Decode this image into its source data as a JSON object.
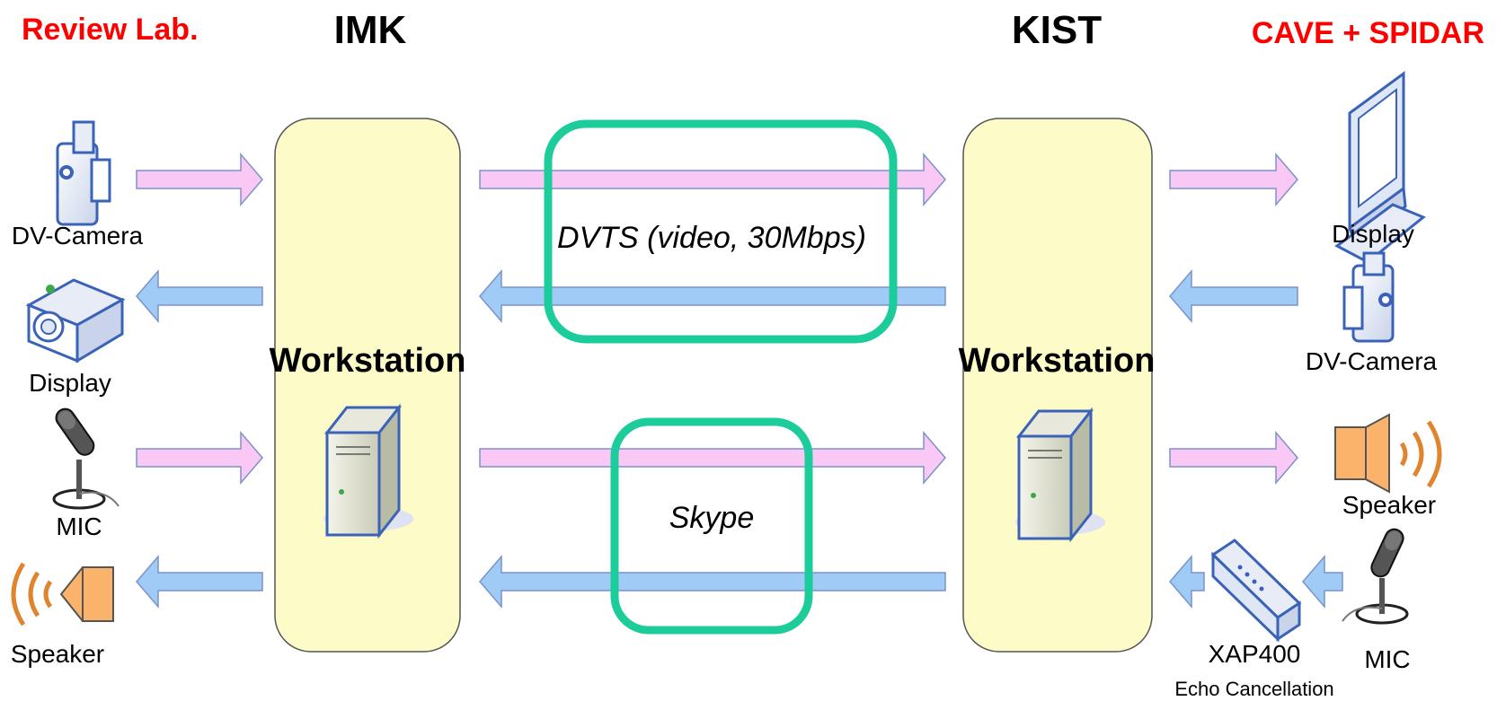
{
  "headers": {
    "left_site": "Review Lab.",
    "left_org": "IMK",
    "right_org": "KIST",
    "right_site": "CAVE + SPIDAR"
  },
  "left_devices": {
    "camera": "DV-Camera",
    "display": "Display",
    "mic": "MIC",
    "speaker": "Speaker"
  },
  "right_devices": {
    "display": "Display",
    "camera": "DV-Camera",
    "speaker": "Speaker",
    "echo_device": "XAP400",
    "echo_device_caption": "Echo Cancellation",
    "mic": "MIC"
  },
  "workstations": {
    "left": "Workstation",
    "right": "Workstation"
  },
  "channels": {
    "video": "DVTS (video, 30Mbps)",
    "audio": "Skype"
  },
  "colors": {
    "forward_arrow": "#f9c8f4",
    "backward_arrow": "#9fcbf6",
    "arrow_stroke": "#7a93c8",
    "workstation_fill": "#fdfbc8",
    "channel_box": "#1ccc9a",
    "site_label": "#ff0000",
    "device_outline": "#3a63b8"
  },
  "icons": [
    "camcorder-icon",
    "projector-icon",
    "microphone-icon",
    "speaker-icon",
    "monitor-icon",
    "server-tower-icon",
    "echo-canceller-icon"
  ]
}
